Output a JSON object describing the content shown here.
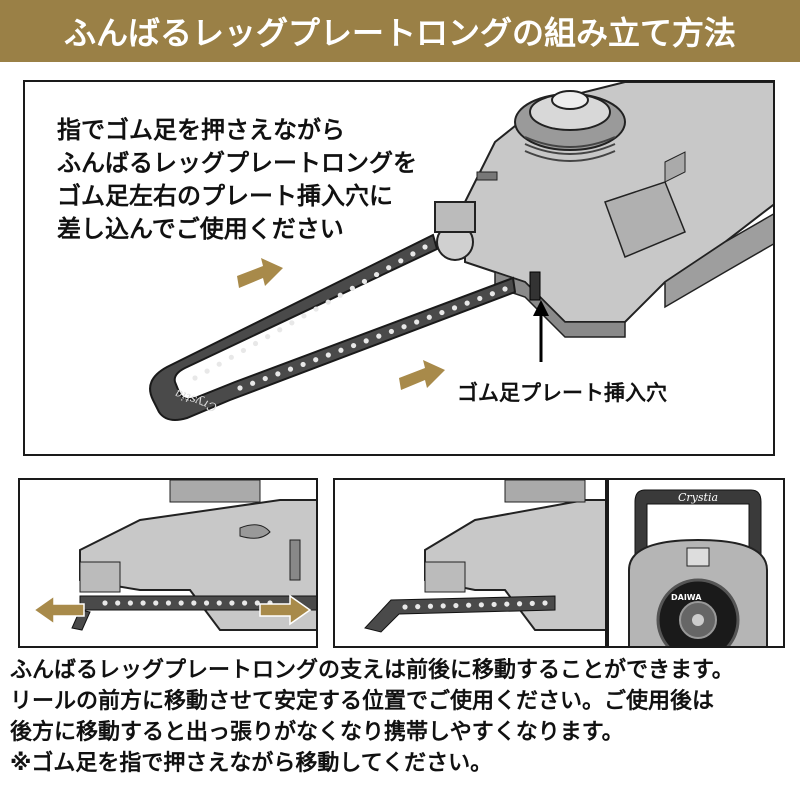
{
  "header": {
    "title": "ふんばるレッグプレートロングの組み立て方法"
  },
  "main_panel": {
    "instructions": [
      "指でゴム足を押さえながら",
      "ふんばるレッグプレートロングを",
      "ゴム足左右のプレート挿入穴に",
      "差し込んでご使用ください"
    ],
    "callout": "ゴム足プレート挿入穴",
    "plate_logo": "Crystia"
  },
  "detail_panel": {
    "plate_logo": "Crystia",
    "reel_logo": "DAIWA"
  },
  "description": [
    "ふんばるレッグプレートロングの支えは前後に移動することができます。",
    "リールの前方に移動させて安定する位置でご使用ください。ご使用後は",
    "後方に移動すると出っ張りがなくなり携帯しやすくなります。",
    "※ゴム足を指で押さえながら移動してください。"
  ],
  "colors": {
    "header_bg": "#9a8046",
    "arrow": "#a88a4a",
    "plate": "#4a4a4a",
    "reel_body": "#b5b5b5"
  }
}
